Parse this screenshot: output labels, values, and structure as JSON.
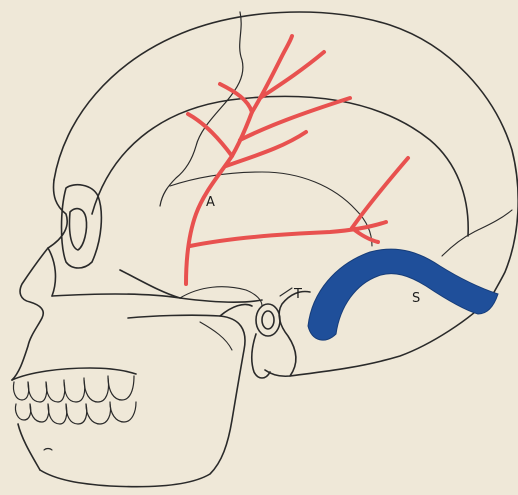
{
  "labels": {
    "a": "A",
    "t": "T",
    "s": "S"
  },
  "colors": {
    "paper": "#efe8d8",
    "ink": "#2a2a2a",
    "artery": "#e8514f",
    "sinus": "#1f4f9a"
  },
  "icons": {
    "skull": "skull-drawing",
    "artery": "middle-meningeal-artery",
    "sinus": "lateral-sinus"
  }
}
